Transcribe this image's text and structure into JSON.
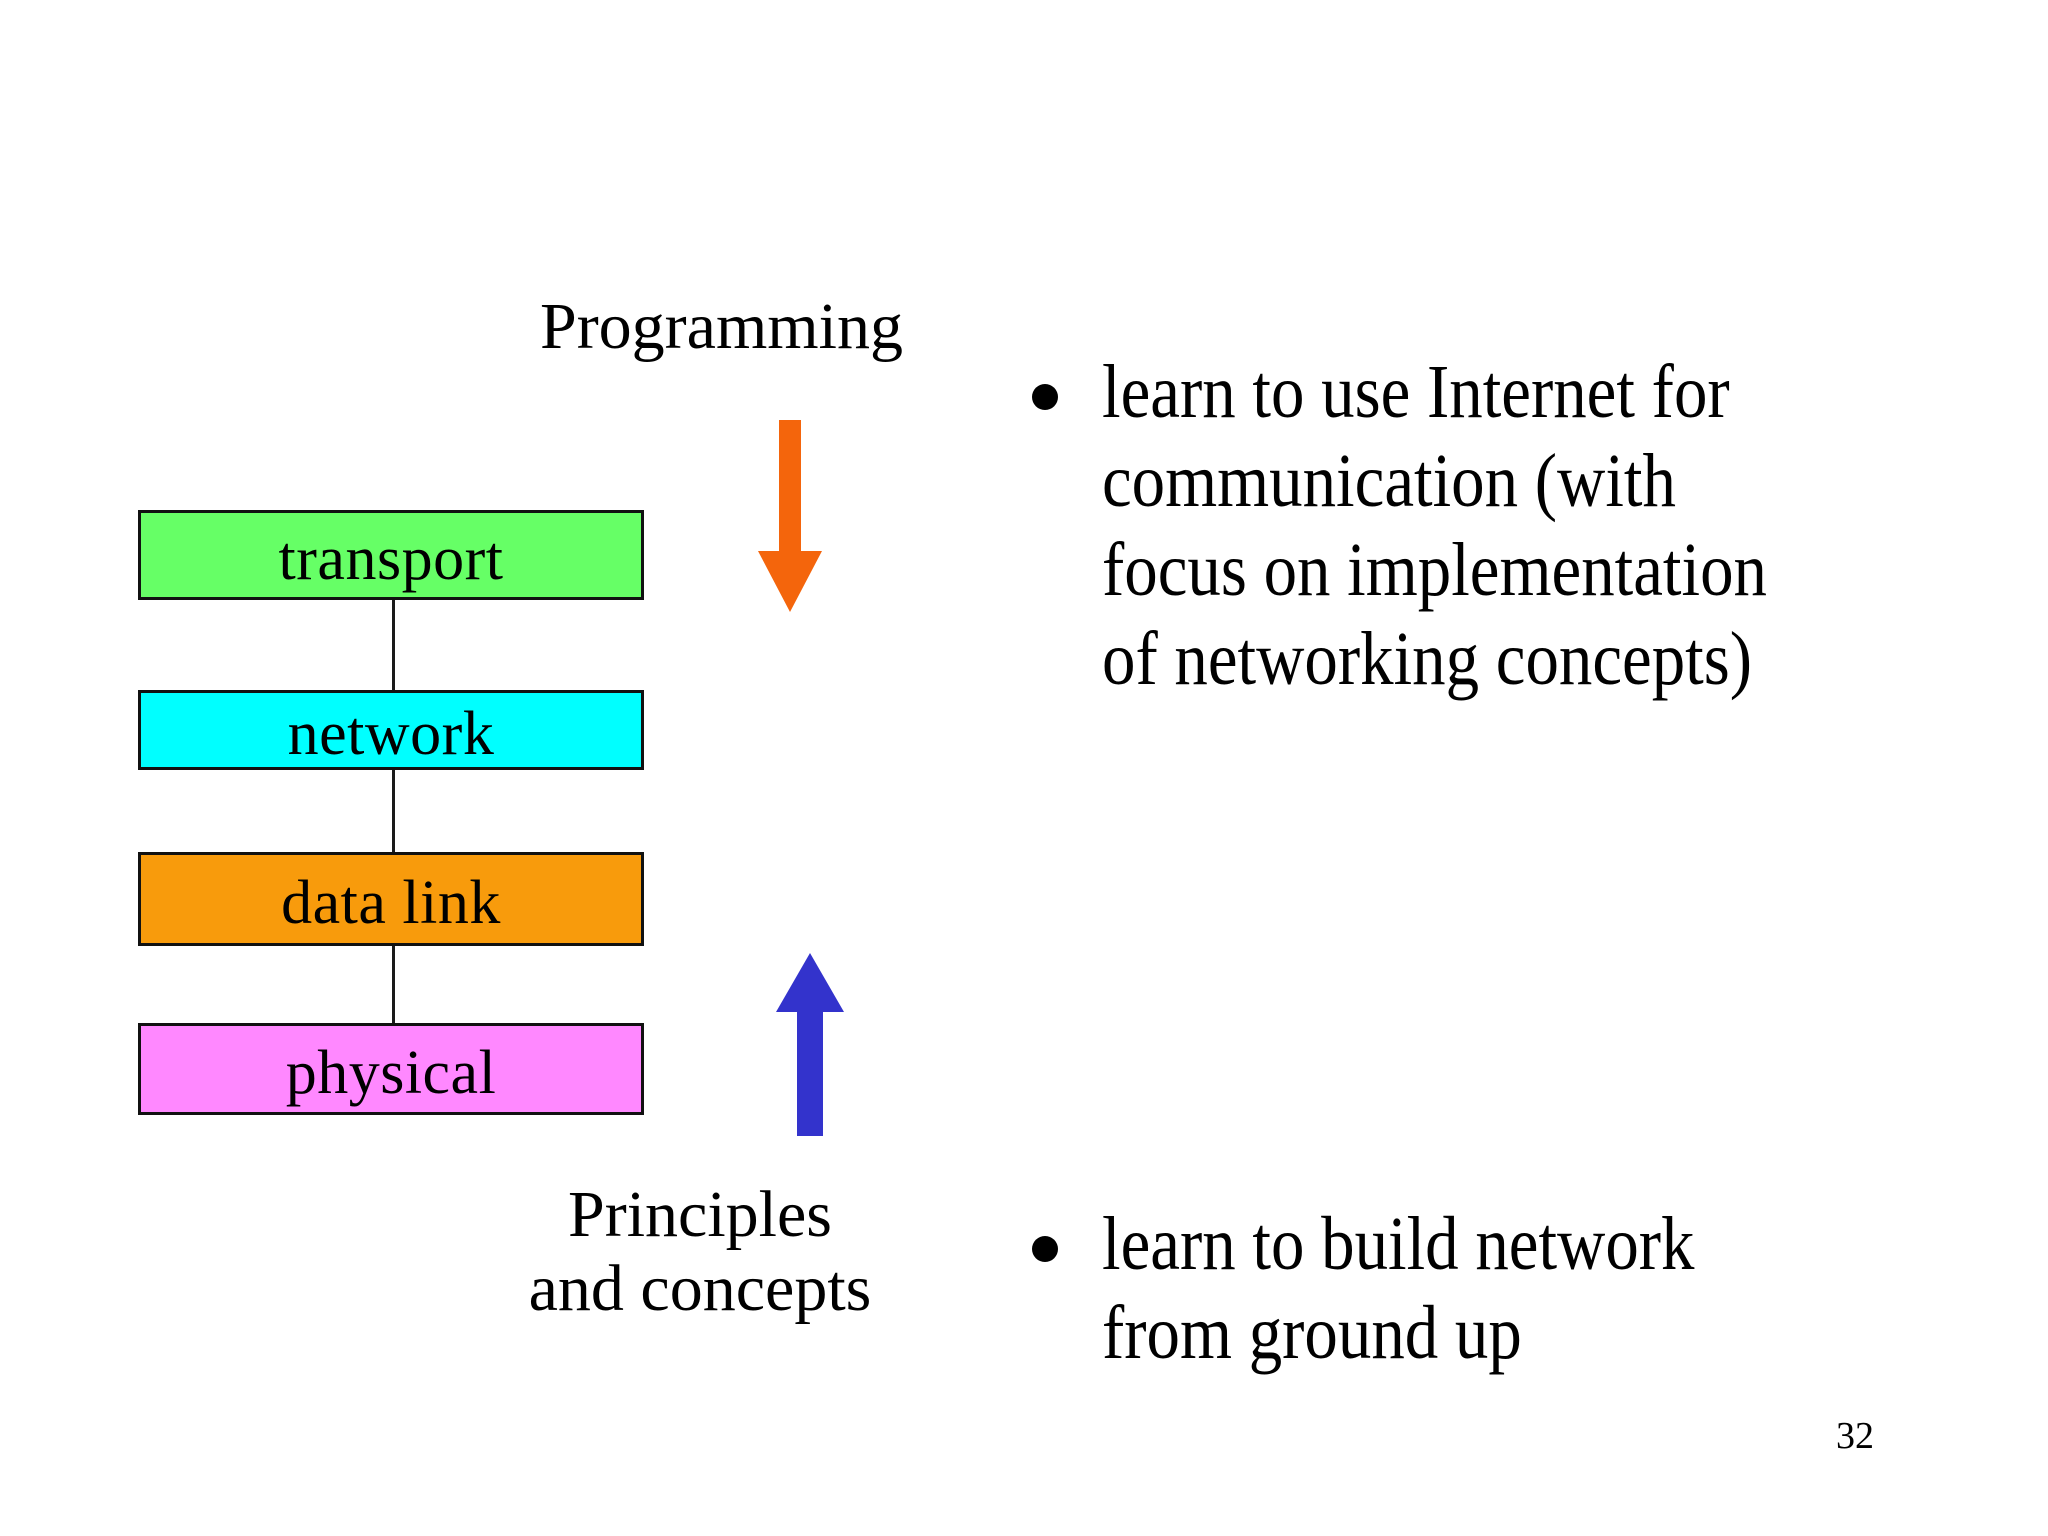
{
  "slide": {
    "page_number": "32",
    "background_color": "#FFFFFF"
  },
  "diagram": {
    "programming_label": "Programming",
    "principles_label_line1": "Principles",
    "principles_label_line2": "and concepts",
    "down_arrow_color": "#F4650C",
    "up_arrow_color": "#3333CC",
    "connector_color": "#1A1A1A",
    "layers": [
      {
        "label": "transport",
        "color": "#66FF66"
      },
      {
        "label": "network",
        "color": "#00FFFF"
      },
      {
        "label": "data link",
        "color": "#F89B0C"
      },
      {
        "label": "physical",
        "color": "#FF88FF"
      }
    ]
  },
  "bullets": [
    {
      "text": "learn to use Internet for\ncommunication (with\nfocus on implementation\nof networking concepts)"
    },
    {
      "text": "learn to build network\nfrom ground up"
    }
  ]
}
